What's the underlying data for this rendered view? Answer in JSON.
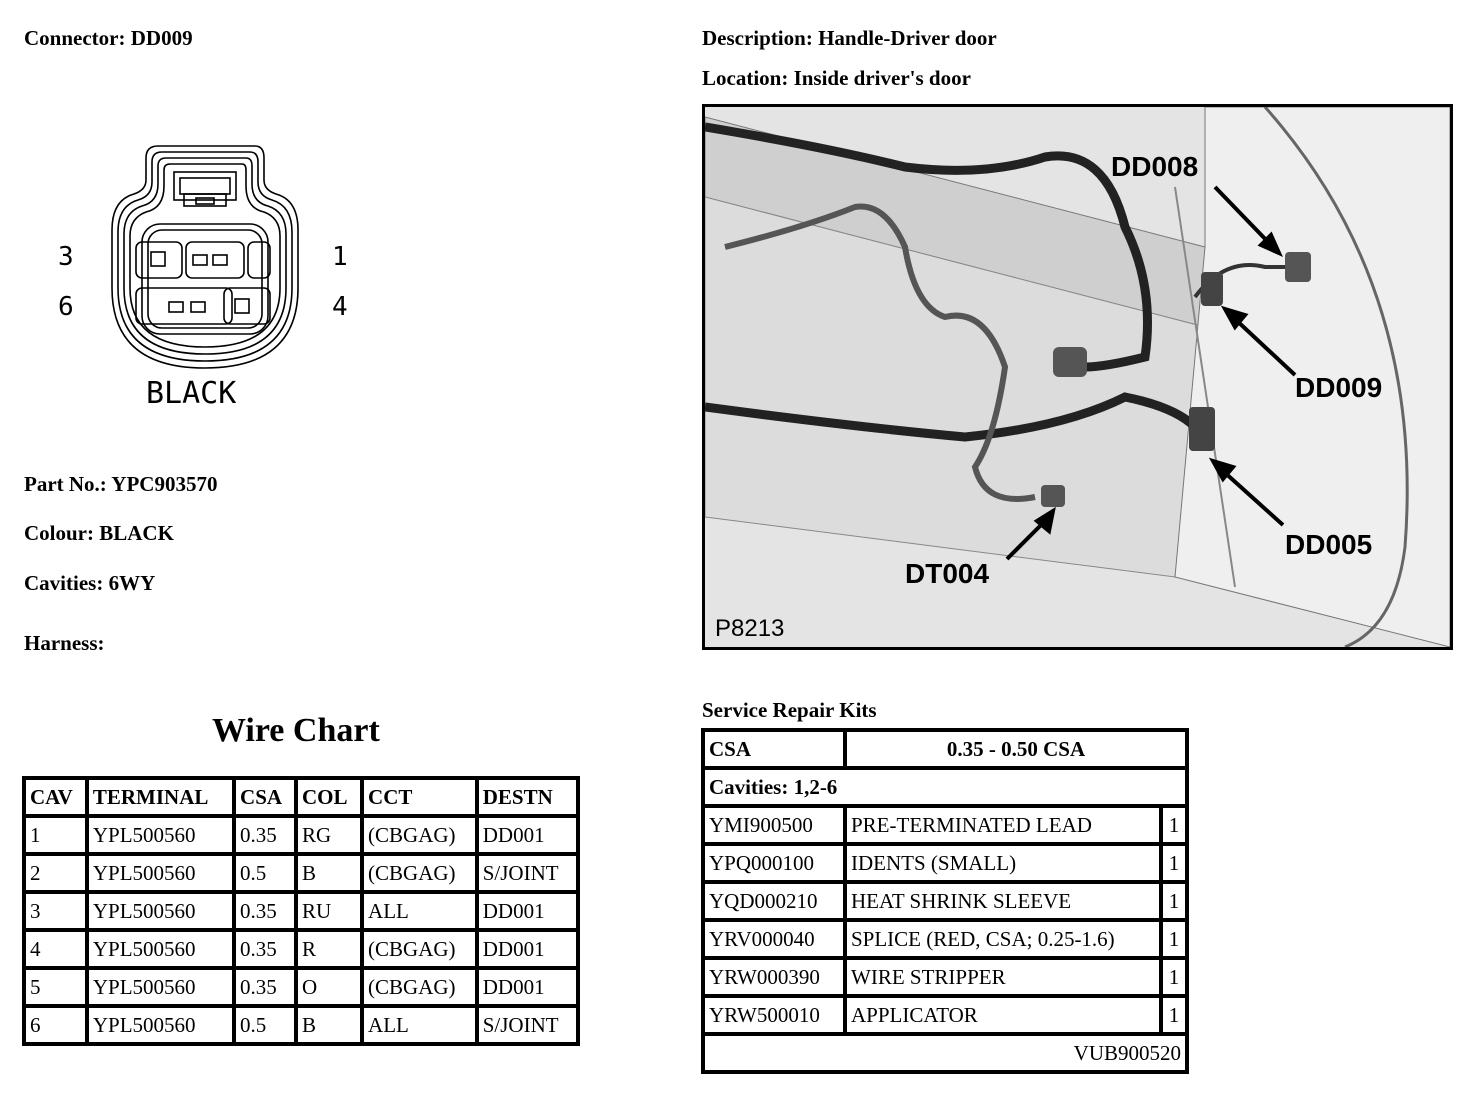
{
  "connector": {
    "label": "Connector:",
    "value": "DD009"
  },
  "description": {
    "label": "Description:",
    "value": "Handle-Driver door"
  },
  "location": {
    "label": "Location:",
    "value": "Inside driver's door"
  },
  "connector_drawing": {
    "pin_labels": {
      "p3": "3",
      "p1": "1",
      "p6": "6",
      "p4": "4"
    },
    "colour_text": "BLACK"
  },
  "part_no": {
    "label": "Part No.:",
    "value": "YPC903570"
  },
  "colour": {
    "label": "Colour:",
    "value": "BLACK"
  },
  "cavities": {
    "label": "Cavities:",
    "value": "6WY"
  },
  "harness": {
    "label": "Harness:",
    "value": ""
  },
  "photo": {
    "figure_id": "P8213",
    "callouts": {
      "dd008": "DD008",
      "dd009": "DD009",
      "dd005": "DD005",
      "dt004": "DT004"
    }
  },
  "wire_chart": {
    "title": "Wire Chart",
    "headers": [
      "CAV",
      "TERMINAL",
      "CSA",
      "COL",
      "CCT",
      "DESTN"
    ],
    "rows": [
      [
        "1",
        "YPL500560",
        "0.35",
        "RG",
        "(CBGAG)",
        "DD001"
      ],
      [
        "2",
        "YPL500560",
        "0.5",
        "B",
        "(CBGAG)",
        "S/JOINT"
      ],
      [
        "3",
        "YPL500560",
        "0.35",
        "RU",
        "ALL",
        "DD001"
      ],
      [
        "4",
        "YPL500560",
        "0.35",
        "R",
        "(CBGAG)",
        "DD001"
      ],
      [
        "5",
        "YPL500560",
        "0.35",
        "O",
        "(CBGAG)",
        "DD001"
      ],
      [
        "6",
        "YPL500560",
        "0.5",
        "B",
        "ALL",
        "S/JOINT"
      ]
    ]
  },
  "repair_kits": {
    "title": "Service Repair Kits",
    "csa_label": "CSA",
    "csa_value": "0.35 - 0.50 CSA",
    "cavities_text": "Cavities: 1,2-6",
    "items": [
      [
        "YMI900500",
        "PRE-TERMINATED LEAD",
        "1"
      ],
      [
        "YPQ000100",
        "IDENTS (SMALL)",
        "1"
      ],
      [
        "YQD000210",
        "HEAT SHRINK SLEEVE",
        "1"
      ],
      [
        "YRV000040",
        "SPLICE (RED, CSA; 0.25-1.6)",
        "1"
      ],
      [
        "YRW000390",
        "WIRE STRIPPER",
        "1"
      ],
      [
        "YRW500010",
        "APPLICATOR",
        "1"
      ]
    ],
    "kit_code": "VUB900520"
  }
}
